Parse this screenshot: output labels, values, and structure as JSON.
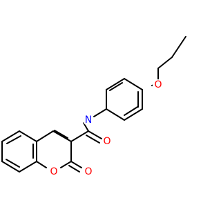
{
  "molecule": {
    "colors": {
      "bond": "#000000",
      "carbon": "#000000",
      "oxygen": "#ff0000",
      "nitrogen": "#0000ff"
    },
    "atoms": {
      "O_ether": "O",
      "N_amide": "N",
      "O_amide": "O",
      "O_ring": "O",
      "O_lactone": "O"
    }
  }
}
